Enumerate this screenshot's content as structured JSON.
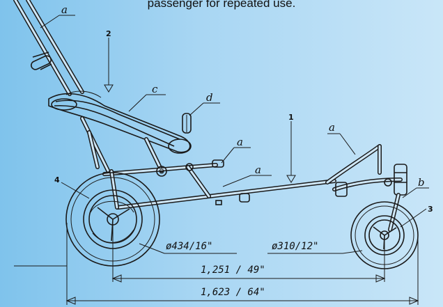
{
  "caption": "passenger for repeated use.",
  "part_labels": {
    "a1": "a",
    "a2": "a",
    "a3": "a",
    "a4": "a",
    "b": "b",
    "c": "c",
    "d": "d"
  },
  "callouts": {
    "n1": "1",
    "n2": "2",
    "n3": "3",
    "n4": "4"
  },
  "dimensions": {
    "rear_wheel": "ø434/16\"",
    "front_wheel": "ø310/12\"",
    "wheelbase": "1,251 / 49\"",
    "overall_length": "1,623 / 64\""
  }
}
